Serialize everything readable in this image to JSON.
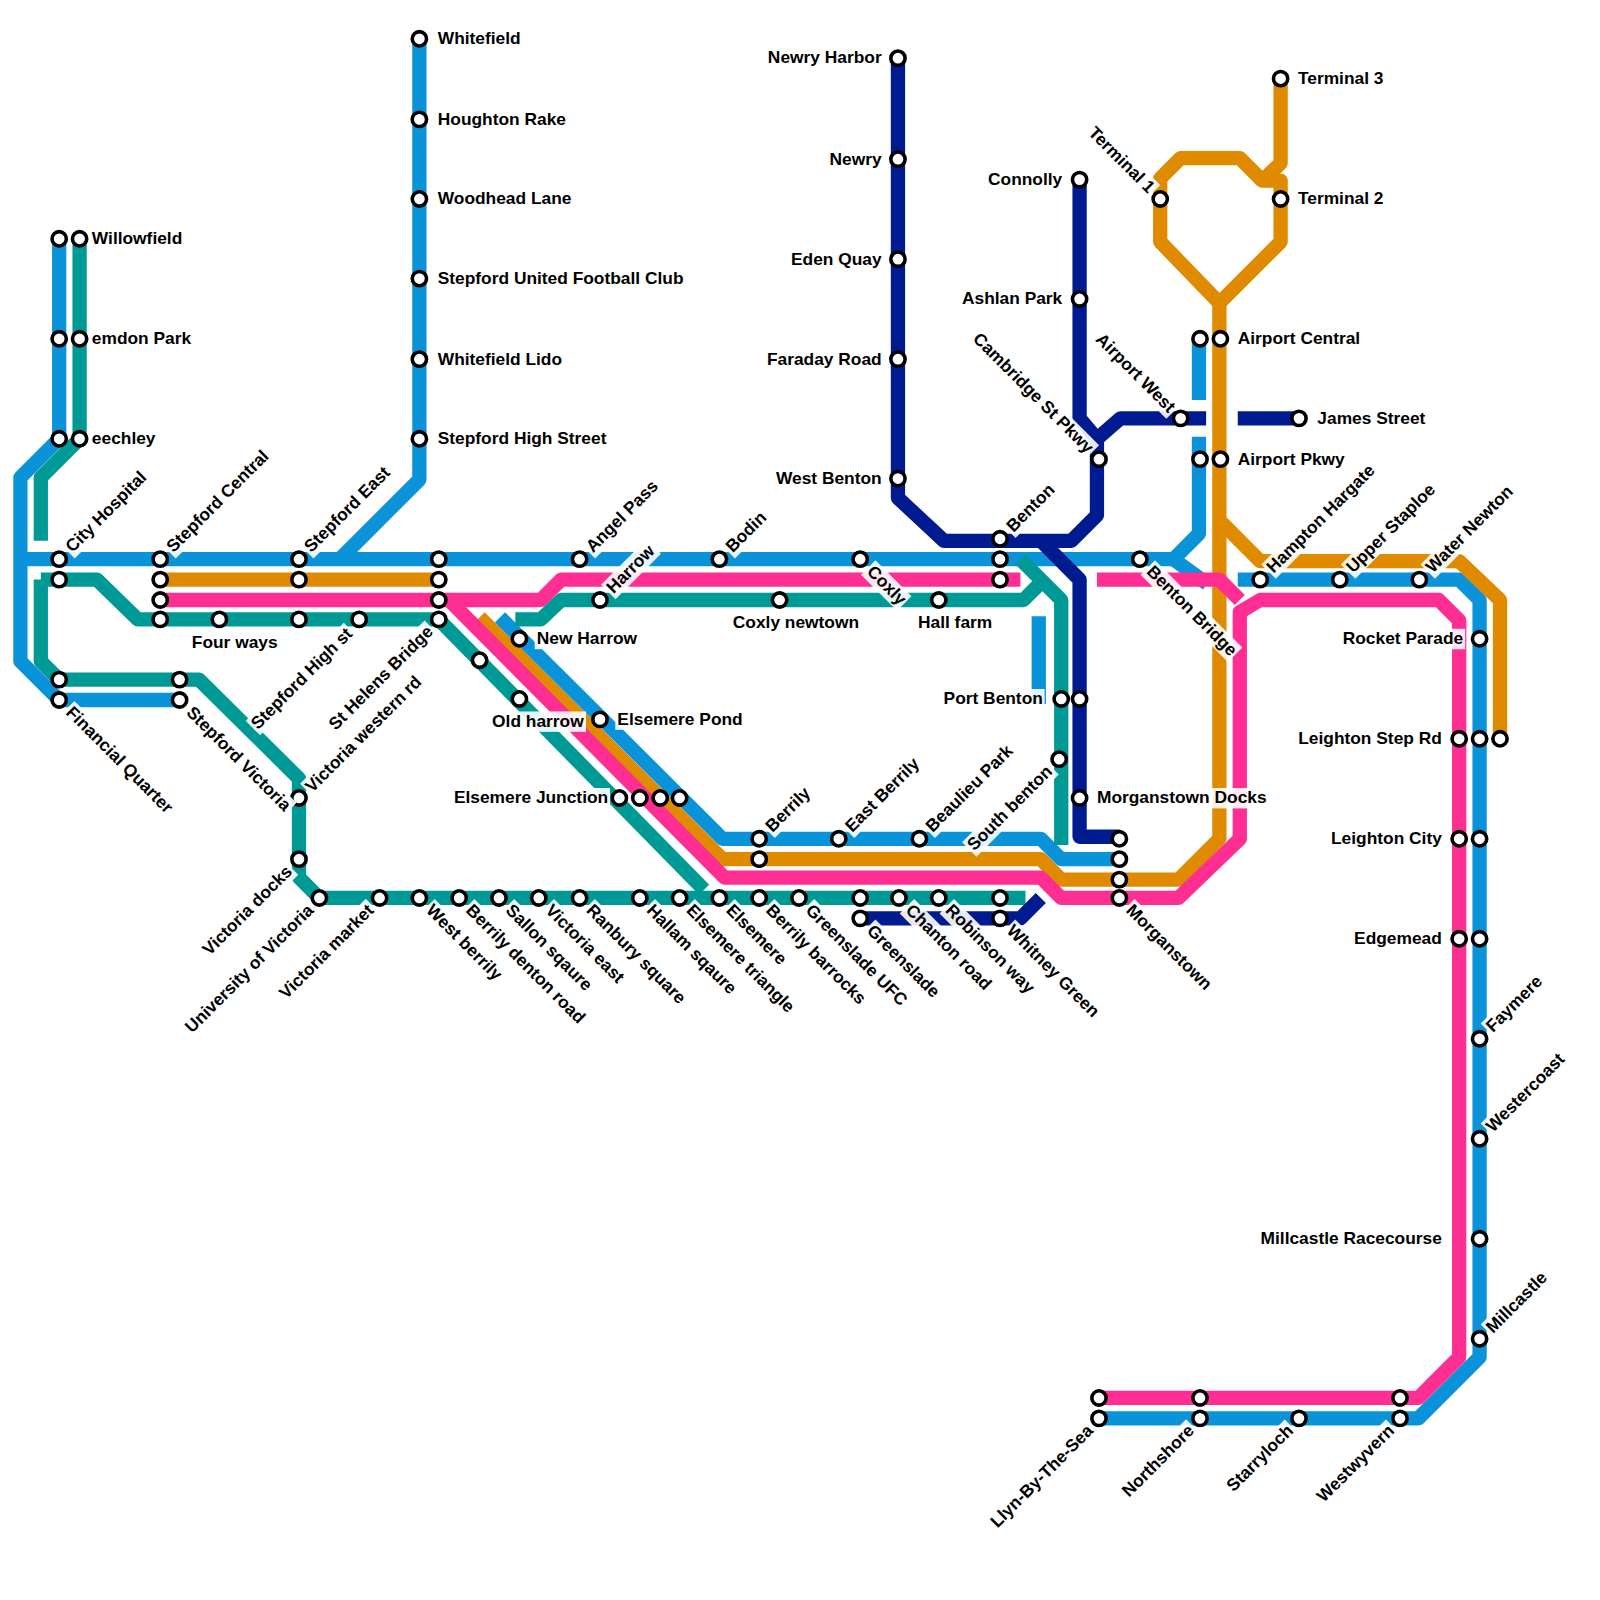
{
  "diagram": {
    "labels": [
      "Whitefield",
      "Houghton Rake",
      "Woodhead Lane",
      "Stepford United Football Club",
      "Whitefield Lido",
      "Stepford High Street",
      "Willowfield",
      "emdon Park",
      "eechley",
      "New Harrow",
      "Elsemere Pond",
      "Morganstown Docks",
      "Airport Central",
      "Airport Pkwy",
      "James Street",
      "Terminal 3",
      "Terminal 2",
      "Newry Harbor",
      "Newry",
      "Eden Quay",
      "Faraday Road",
      "West Benton",
      "Connolly",
      "Ashlan Park",
      "Port Benton",
      "Elsemere Junction",
      "Old harrow",
      "Rocket Parade",
      "Leighton Step Rd",
      "Leighton City",
      "Edgemead",
      "Millcastle Racecourse",
      "Four ways",
      "Coxly newtown",
      "Hall farm",
      "City Hospital",
      "Stepford Central",
      "Stepford East",
      "Angel Pass",
      "Harrow",
      "Bodin",
      "Benton",
      "Hampton Hargate",
      "Upper Staploe",
      "Water Newton",
      "Berrily",
      "East Berrily",
      "Beaulieu Park",
      "Faymere",
      "Westercoast",
      "Millcastle",
      "Victoria western rd",
      "Stepford High st",
      "St Helens Bridge",
      "South benton",
      "Victoria docks",
      "University of Victoria",
      "Victoria market",
      "Llyn-By-The-Sea",
      "Northshore",
      "Starryloch",
      "Westwyvern",
      "Airport West",
      "Cambridge St Pkwy",
      "Terminal 1",
      "Financial Quarter",
      "Stepford Victoria",
      "Coxly",
      "Benton Bridge",
      "West berrily",
      "Berrily denton road",
      "Sallon sqaure",
      "Victoria east",
      "Ranbury square",
      "Hallam sqaure",
      "Elsemere triangle",
      "Elsemere",
      "Berrily barrocks",
      "Greenslade UFC",
      "Greenslade",
      "Chanton road",
      "Robinson way",
      "Whitney Green",
      "Morganstown"
    ]
  }
}
